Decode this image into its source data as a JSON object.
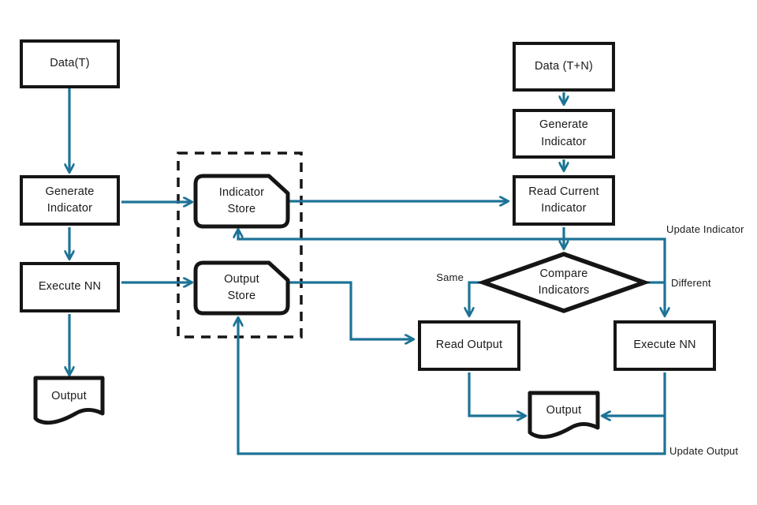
{
  "diagram": {
    "type": "flowchart",
    "colors": {
      "connector": "#1d7396",
      "shape_border": "#151515",
      "shape_fill": "#ffffff",
      "background": "#ffffff",
      "text": "#1a1a1a"
    },
    "nodes": {
      "data_t": "Data(T)",
      "gen_ind_left": "Generate Indicator",
      "exec_nn_left": "Execute NN",
      "output_left": "Output",
      "indicator_store": "Indicator Store",
      "output_store": "Output Store",
      "data_tn": "Data (T+N)",
      "gen_ind_right": "Generate Indicator",
      "read_current_indicator": "Read Current Indicator",
      "compare_indicators": "Compare Indicators",
      "read_output": "Read Output",
      "exec_nn_right": "Execute NN",
      "output_right": "Output"
    },
    "edge_labels": {
      "same": "Same",
      "different": "Different",
      "update_indicator": "Update Indicator",
      "update_output": "Update Output"
    }
  }
}
